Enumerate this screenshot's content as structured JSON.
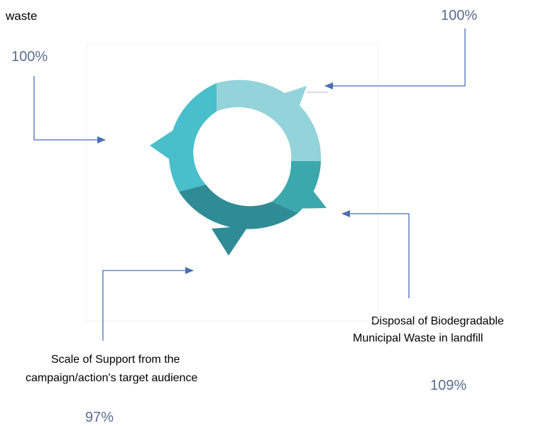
{
  "labels": {
    "top_left_partial": "waste",
    "bottom_right": {
      "line1": "Disposal of Biodegradable",
      "line2": "Municipal Waste in landfill"
    },
    "bottom_left": {
      "line1": "Scale of Support from the",
      "line2": "campaign/action's target audience"
    }
  },
  "percentages": {
    "top_left": "100%",
    "top_right": "100%",
    "bottom_right": "109%",
    "bottom_left": "97%"
  },
  "colors": {
    "segment_top_right": "#93d3da",
    "segment_right": "#3aa8ad",
    "segment_bottom": "#2f8c96",
    "segment_left": "#48bfca",
    "connector": "#4a6fb5",
    "percent_text": "#5a6c8e"
  }
}
